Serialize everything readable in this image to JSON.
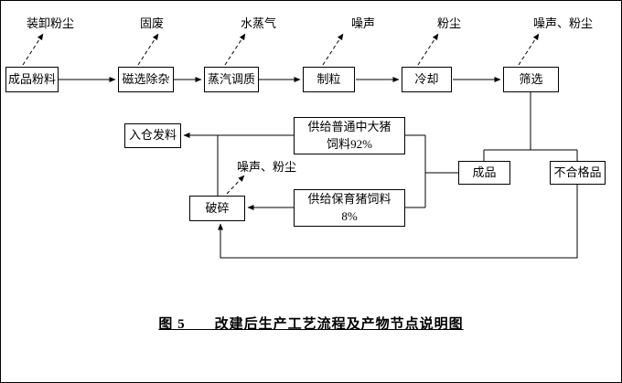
{
  "diagram": {
    "process_steps": [
      {
        "label": "成品粉料",
        "emission": "装卸粉尘"
      },
      {
        "label": "磁选除杂",
        "emission": "固废"
      },
      {
        "label": "蒸汽调质",
        "emission": "水蒸气"
      },
      {
        "label": "制粒",
        "emission": "噪声"
      },
      {
        "label": "冷却",
        "emission": "粉尘"
      },
      {
        "label": "筛选",
        "emission": "噪声、粉尘"
      }
    ],
    "branch": {
      "finished_product": "成品",
      "unqualified_product": "不合格品"
    },
    "allocation": {
      "large_pig_feed": "供给普通中大猪饲料92%",
      "nursery_pig_feed": "供给保育猪饲料8%"
    },
    "warehouse_dispatch": "入仓发料",
    "crushing": "破碎",
    "crushing_emission": "噪声、粉尘"
  },
  "caption": "图 5　　改建后生产工艺流程及产物节点说明图",
  "colors": {
    "line": "#000000",
    "background": "#ffffff",
    "text": "#000000"
  }
}
